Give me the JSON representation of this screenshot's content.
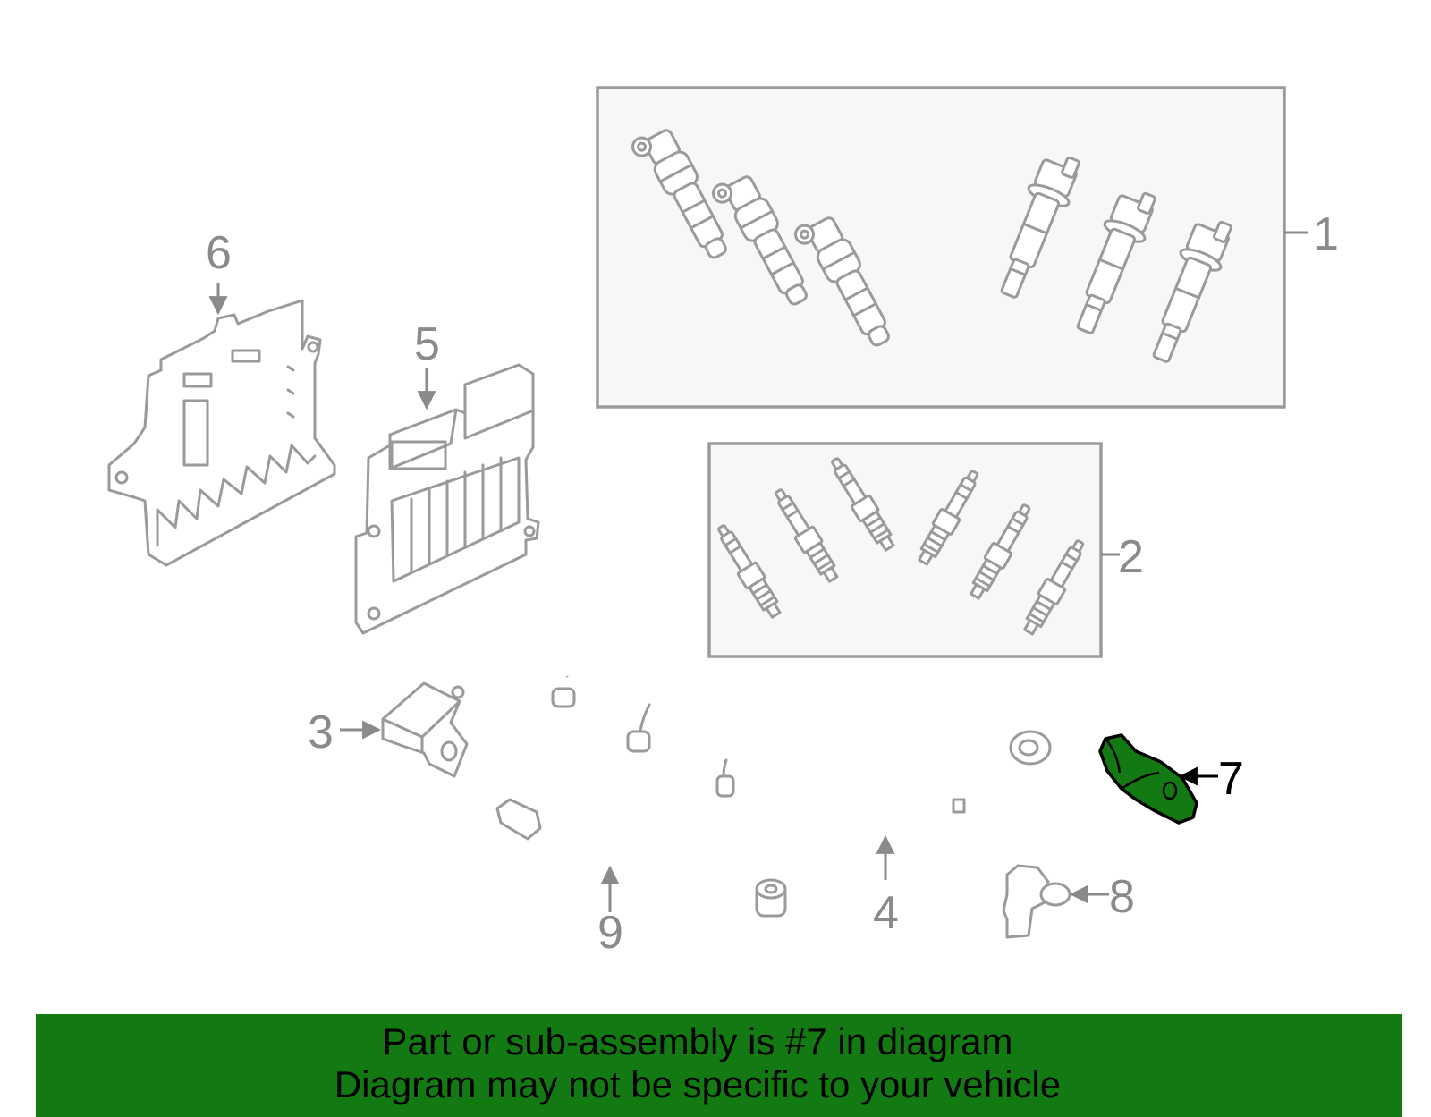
{
  "callouts": {
    "c1": "1",
    "c2": "2",
    "c3": "3",
    "c4": "4",
    "c5": "5",
    "c6": "6",
    "c7": "7",
    "c8": "8",
    "c9": "9"
  },
  "highlight": {
    "part_number": "7",
    "color": "#137a13"
  },
  "banner": {
    "line1": "Part or sub-assembly is #7 in diagram",
    "line2": "Diagram may not be specific to your vehicle",
    "color": "#137a13"
  }
}
